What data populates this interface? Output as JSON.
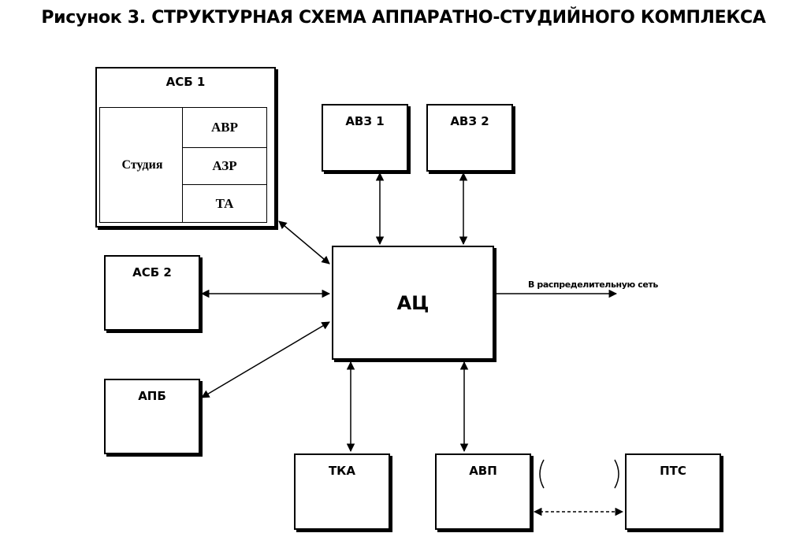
{
  "title": "Рисунок 3. СТРУКТУРНАЯ СХЕМА АППАРАТНО-СТУДИЙНОГО КОМПЛЕКСА",
  "blocks": {
    "asb1": {
      "label": "АСБ 1",
      "studio": "Студия",
      "units": [
        "АВР",
        "АЗР",
        "ТА"
      ]
    },
    "avz1": "АВЗ 1",
    "avz2": "АВЗ 2",
    "asb2": "АСБ 2",
    "apb": "АПБ",
    "ac": "АЦ",
    "tka": "ТКА",
    "avp": "АВП",
    "pts": "ПТС"
  },
  "output_label": "В распределительную сеть"
}
